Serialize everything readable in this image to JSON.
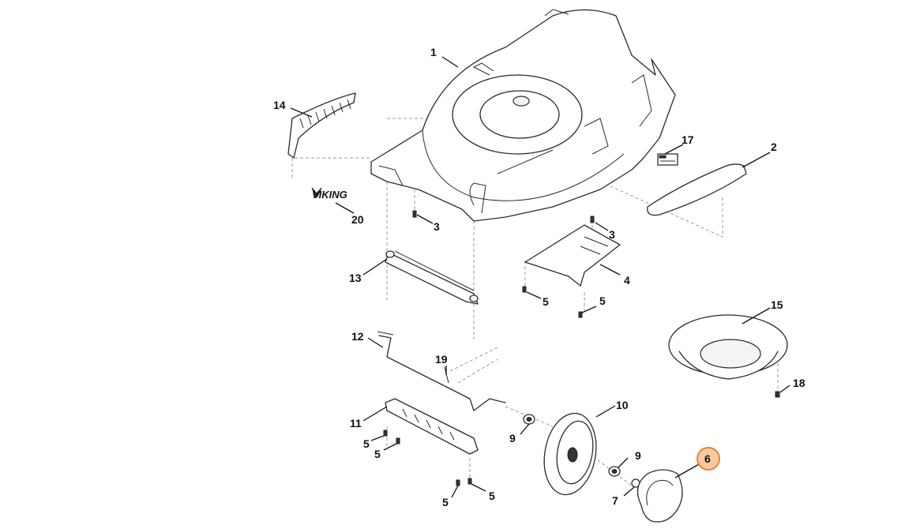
{
  "diagram": {
    "logo_text": "VIKING",
    "highlight_color": "#e8823a",
    "callouts": [
      {
        "id": "c1",
        "label": "1"
      },
      {
        "id": "c2",
        "label": "2"
      },
      {
        "id": "c3a",
        "label": "3"
      },
      {
        "id": "c3b",
        "label": "3"
      },
      {
        "id": "c4",
        "label": "4"
      },
      {
        "id": "c5a",
        "label": "5"
      },
      {
        "id": "c5b",
        "label": "5"
      },
      {
        "id": "c5c",
        "label": "5"
      },
      {
        "id": "c5d",
        "label": "5"
      },
      {
        "id": "c5e",
        "label": "5"
      },
      {
        "id": "c5f",
        "label": "5"
      },
      {
        "id": "c6",
        "label": "6",
        "highlighted": true
      },
      {
        "id": "c7",
        "label": "7"
      },
      {
        "id": "c9a",
        "label": "9"
      },
      {
        "id": "c9b",
        "label": "9"
      },
      {
        "id": "c10",
        "label": "10"
      },
      {
        "id": "c11",
        "label": "11"
      },
      {
        "id": "c12",
        "label": "12"
      },
      {
        "id": "c13",
        "label": "13"
      },
      {
        "id": "c14",
        "label": "14"
      },
      {
        "id": "c15",
        "label": "15"
      },
      {
        "id": "c17",
        "label": "17"
      },
      {
        "id": "c18",
        "label": "18"
      },
      {
        "id": "c19",
        "label": "19"
      },
      {
        "id": "c20",
        "label": "20"
      }
    ]
  }
}
